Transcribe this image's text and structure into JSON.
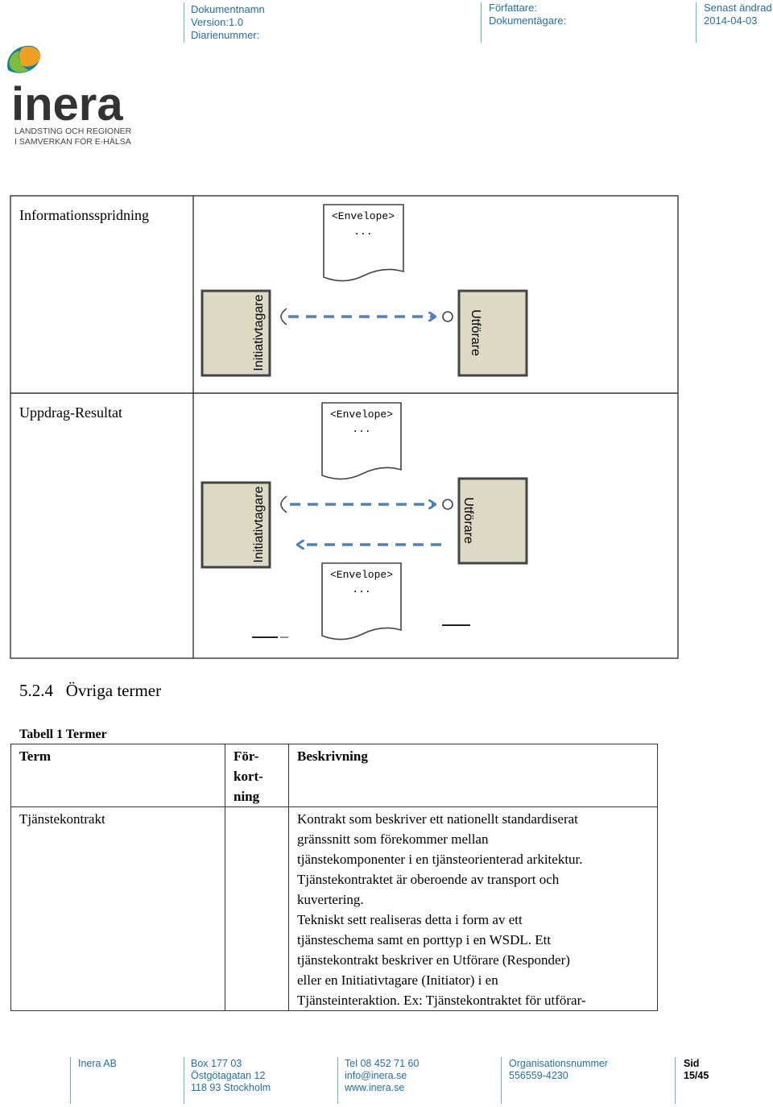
{
  "header": {
    "col1": [
      "Dokumentnamn",
      "Version:1.0",
      "Diarienummer:"
    ],
    "col2": [
      "Författare:",
      "Dokumentägare:"
    ],
    "col3": [
      "Senast ändrad",
      "2014-04-03"
    ]
  },
  "logo": {
    "name": "inera",
    "tagline1": "LANDSTING OCH REGIONER",
    "tagline2": "I SAMVERKAN FÖR E-HÄLSA"
  },
  "diagram": {
    "row1_label": "Informationsspridning",
    "row2_label": "Uppdrag-Resultat",
    "envelope_text": "<Envelope>",
    "envelope_dots": "...",
    "initiator": "Initiativtagare",
    "responder": "Utförare"
  },
  "section": {
    "number": "5.2.4",
    "title": "Övriga termer"
  },
  "table": {
    "caption": "Tabell 1 Termer",
    "headers": {
      "term": "Term",
      "abbr_lines": [
        "För-",
        "kort-",
        "ning"
      ],
      "desc": "Beskrivning"
    },
    "rows": [
      {
        "term": "Tjänstekontrakt",
        "abbr": "",
        "desc_lines": [
          "Kontrakt som beskriver ett nationellt standardiserat",
          "gränssnitt som förekommer mellan",
          "tjänstekomponenter i en tjänsteorienterad arkitektur.",
          "Tjänstekontraktet är oberoende av transport och",
          "kuvertering.",
          "Tekniskt sett realiseras detta i form av ett",
          "tjänsteschema samt en porttyp i en WSDL. Ett",
          "tjänstekontrakt beskriver en Utförare (Responder)",
          "eller en Initiativtagare (Initiator) i en",
          "Tjänsteinteraktion. Ex: Tjänstekontraktet för utförar-"
        ]
      }
    ]
  },
  "footer": {
    "company": "Inera AB",
    "address": [
      "Box 177 03",
      "Östgötagatan 12",
      "118 93 Stockholm"
    ],
    "contact": [
      "Tel 08 452 71 60",
      "info@inera.se",
      "www.inera.se"
    ],
    "org": [
      "Organisationsnummer",
      "556559-4230"
    ],
    "page_label": "Sid",
    "page_value": "15/45"
  },
  "colors": {
    "accent_blue": "#1f6fa8",
    "divider_teal": "#5fb8c9",
    "box_fill": "#ddd9c4",
    "arrow_blue": "#4f81bd"
  }
}
